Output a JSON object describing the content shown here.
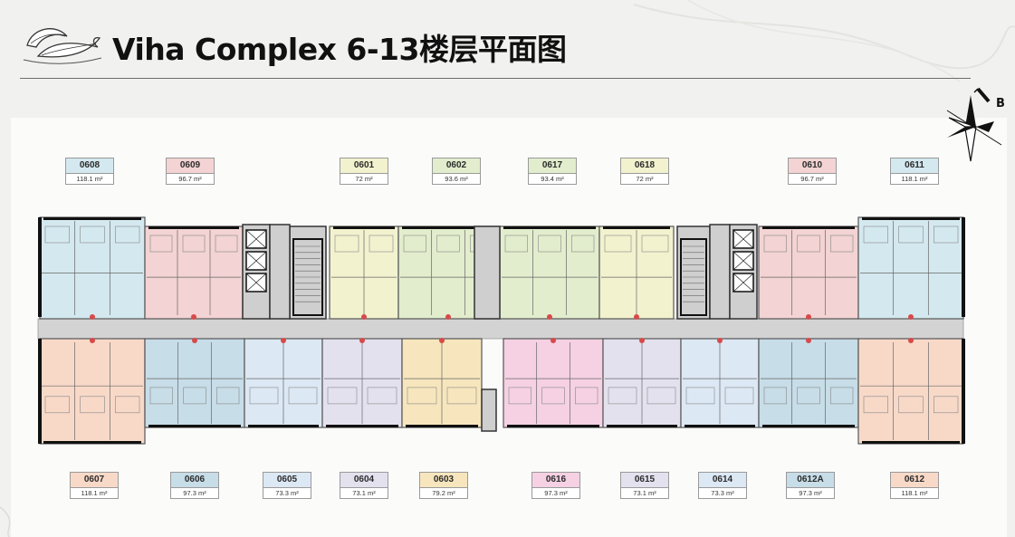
{
  "header": {
    "title": "Viha Complex 6-13楼层平面图"
  },
  "compass": {
    "letter": "B",
    "icon": "compass-north-arrow-icon"
  },
  "colors": {
    "blue": "#d4e8ef",
    "pink": "#f3d3d3",
    "yellow": "#f2f2cf",
    "green": "#e2edcd",
    "peach": "#f8d9c8",
    "teal": "#c7dde8",
    "lavender": "#e4e1ef",
    "orange": "#f7e6bd",
    "magenta": "#f5d1e3",
    "lightblue": "#dce8f4",
    "corridor": "#d3d3d3",
    "core": "#cfcfcf"
  },
  "units_top": [
    {
      "code": "0608",
      "area": "118.1 m²",
      "color": "#d4e8ef"
    },
    {
      "code": "0609",
      "area": "96.7 m²",
      "color": "#f3d3d3"
    },
    {
      "code": "0601",
      "area": "72 m²",
      "color": "#f2f2cf"
    },
    {
      "code": "0602",
      "area": "93.6 m²",
      "color": "#e2edcd"
    },
    {
      "code": "0617",
      "area": "93.4 m²",
      "color": "#e2edcd"
    },
    {
      "code": "0618",
      "area": "72 m²",
      "color": "#f2f2cf"
    },
    {
      "code": "0610",
      "area": "96.7 m²",
      "color": "#f3d3d3"
    },
    {
      "code": "0611",
      "area": "118.1 m²",
      "color": "#d4e8ef"
    }
  ],
  "units_bottom": [
    {
      "code": "0607",
      "area": "118.1 m²",
      "color": "#f8d9c8"
    },
    {
      "code": "0606",
      "area": "97.3 m²",
      "color": "#c7dde8"
    },
    {
      "code": "0605",
      "area": "73.3 m²",
      "color": "#dce8f4"
    },
    {
      "code": "0604",
      "area": "73.1 m²",
      "color": "#e4e1ef"
    },
    {
      "code": "0603",
      "area": "79.2 m²",
      "color": "#f7e6bd"
    },
    {
      "code": "0616",
      "area": "97.3 m²",
      "color": "#f5d1e3"
    },
    {
      "code": "0615",
      "area": "73.1 m²",
      "color": "#e4e1ef"
    },
    {
      "code": "0614",
      "area": "73.3 m²",
      "color": "#dce8f4"
    },
    {
      "code": "0612A",
      "area": "97.3 m²",
      "color": "#c7dde8"
    },
    {
      "code": "0612",
      "area": "118.1 m²",
      "color": "#f8d9c8"
    }
  ]
}
